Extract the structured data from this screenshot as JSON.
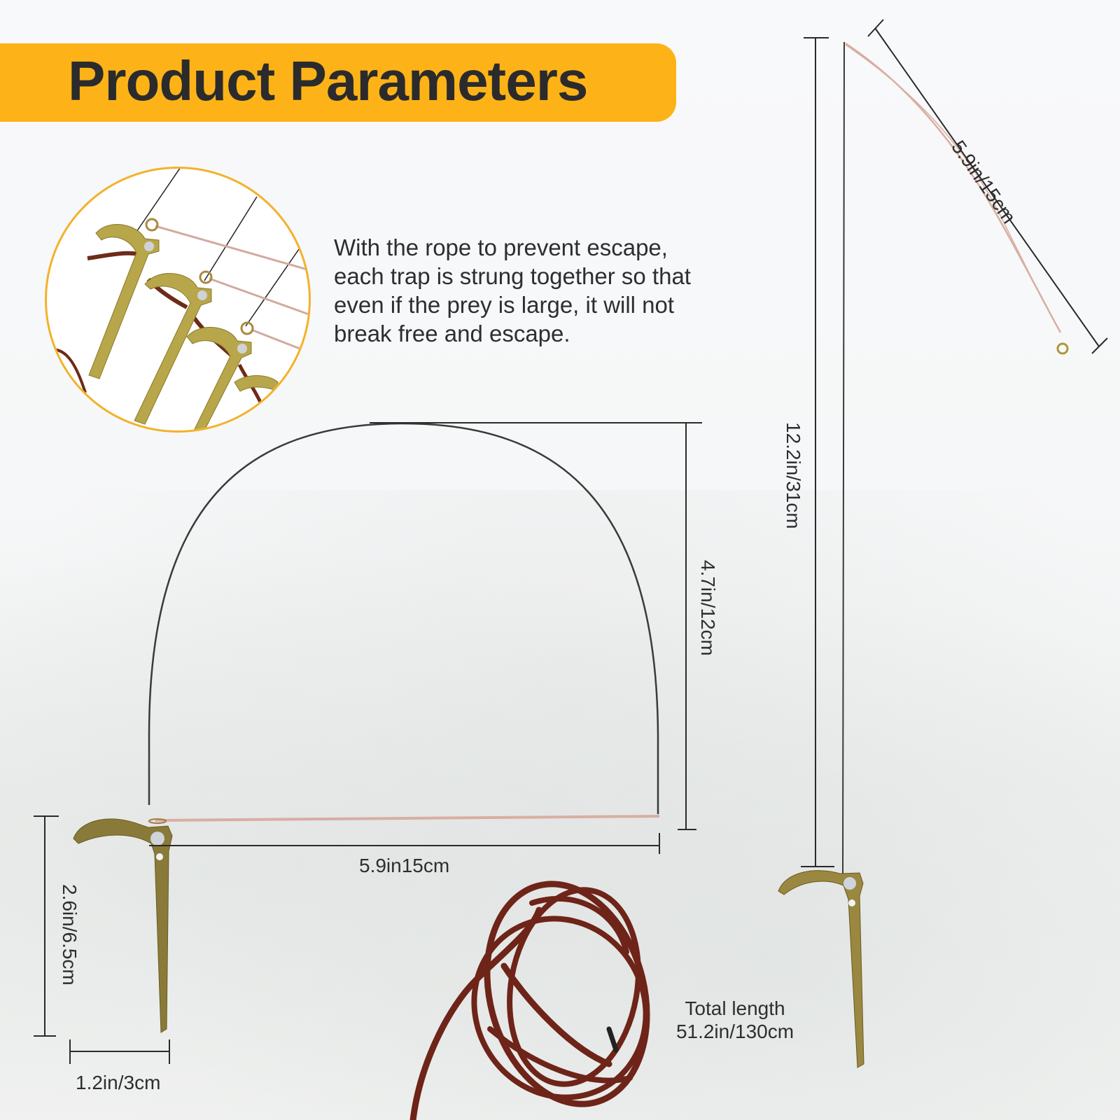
{
  "header": {
    "title": "Product Parameters",
    "banner_color": "#fdb317"
  },
  "description": {
    "lines": [
      "With the rope to prevent escape,",
      "each trap is strung together so that",
      "even if the prey is large, it will not",
      "break free and escape."
    ]
  },
  "inset": {
    "subject": "multiple snare traps strung together with brown rope",
    "border_color": "#f3b22a"
  },
  "dimensions": {
    "loop_height": "4.7in/12cm",
    "loop_width": "5.9in15cm",
    "stake_height": "2.6in/6.5cm",
    "stake_width": "1.2in/3cm",
    "cable_length": "12.2in/31cm",
    "lead_rope_length": "5.9in/15cm"
  },
  "rope": {
    "label_line1": "Total length",
    "label_line2": "51.2in/130cm",
    "color": "#6e2418"
  },
  "colors": {
    "stake_metal": "#9a8a3a",
    "cable": "#3a3a3a",
    "lead_cord": "#d8a89a",
    "dimension_line": "#2a2a2a"
  }
}
